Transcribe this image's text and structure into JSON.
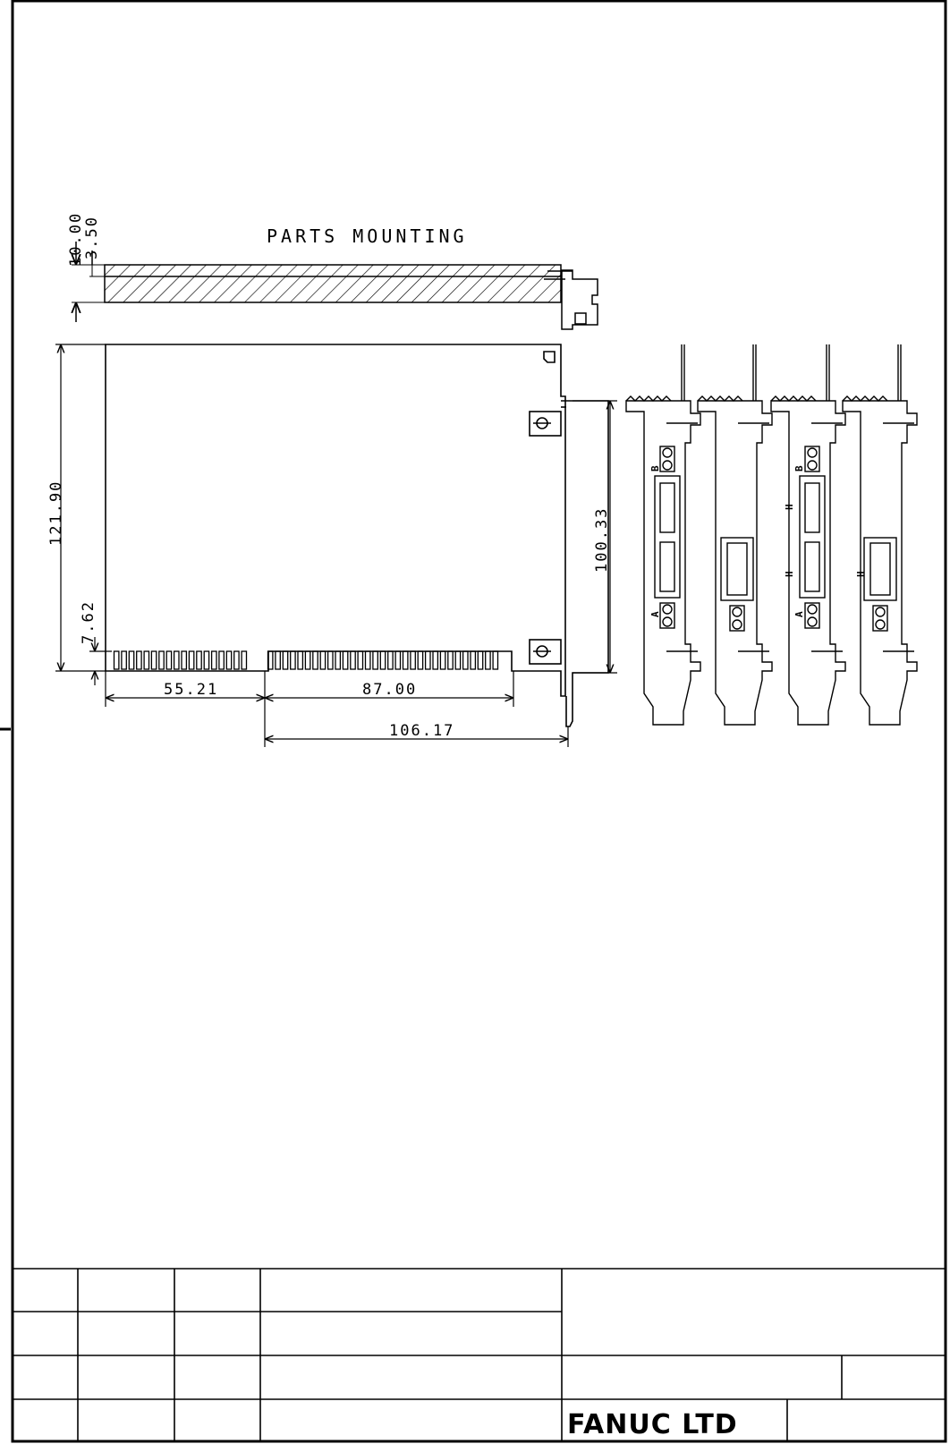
{
  "title": "PARTS MOUNTING",
  "dimensions": {
    "thickness": "10.00",
    "parts_side": "3.50",
    "height": "121.90",
    "edge_height": "7.62",
    "bracket_height": "100.33",
    "left_span": "55.21",
    "right_span": "87.00",
    "bracket_span": "106.17"
  },
  "bracket_labels": {
    "b": "B",
    "a": "A",
    "h": "H"
  },
  "title_block": {
    "company": "FANUC  LTD"
  }
}
